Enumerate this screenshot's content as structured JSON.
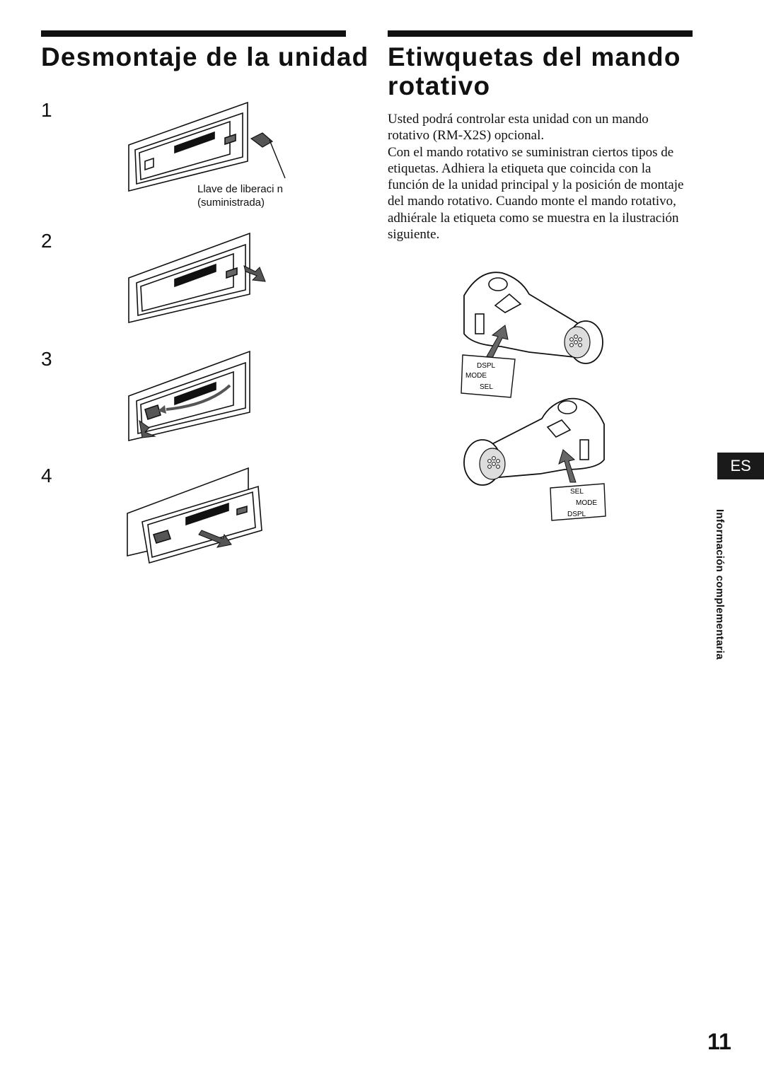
{
  "left": {
    "title": "Desmontaje de la unidad",
    "steps": [
      "1",
      "2",
      "3",
      "4"
    ],
    "key_caption_line1": "Llave de liberaci n",
    "key_caption_line2": "(suministrada)"
  },
  "right": {
    "title_line1": "Etiwquetas del mando",
    "title_line2": "rotativo",
    "paragraphs": [
      "Usted podrá controlar esta unidad con un mando rotativo (RM-X2S) opcional.",
      "Con el mando rotativo se suministran ciertos tipos de etiquetas. Adhiera la etiqueta que coincida con la función de la unidad principal y la posición de montaje del mando rotativo. Cuando monte el mando rotativo, adhiérale la etiqueta como se muestra en la ilustración siguiente."
    ],
    "label_top": [
      "DSPL",
      "MODE",
      "SEL"
    ],
    "label_bottom": [
      "SEL",
      "MODE",
      "DSPL"
    ]
  },
  "sidebar": {
    "tab": "ES",
    "vertical_label": "Información complementaria"
  },
  "footer": {
    "page_number": "11"
  },
  "icons": [
    "release-key-icon",
    "arrow-icon"
  ]
}
